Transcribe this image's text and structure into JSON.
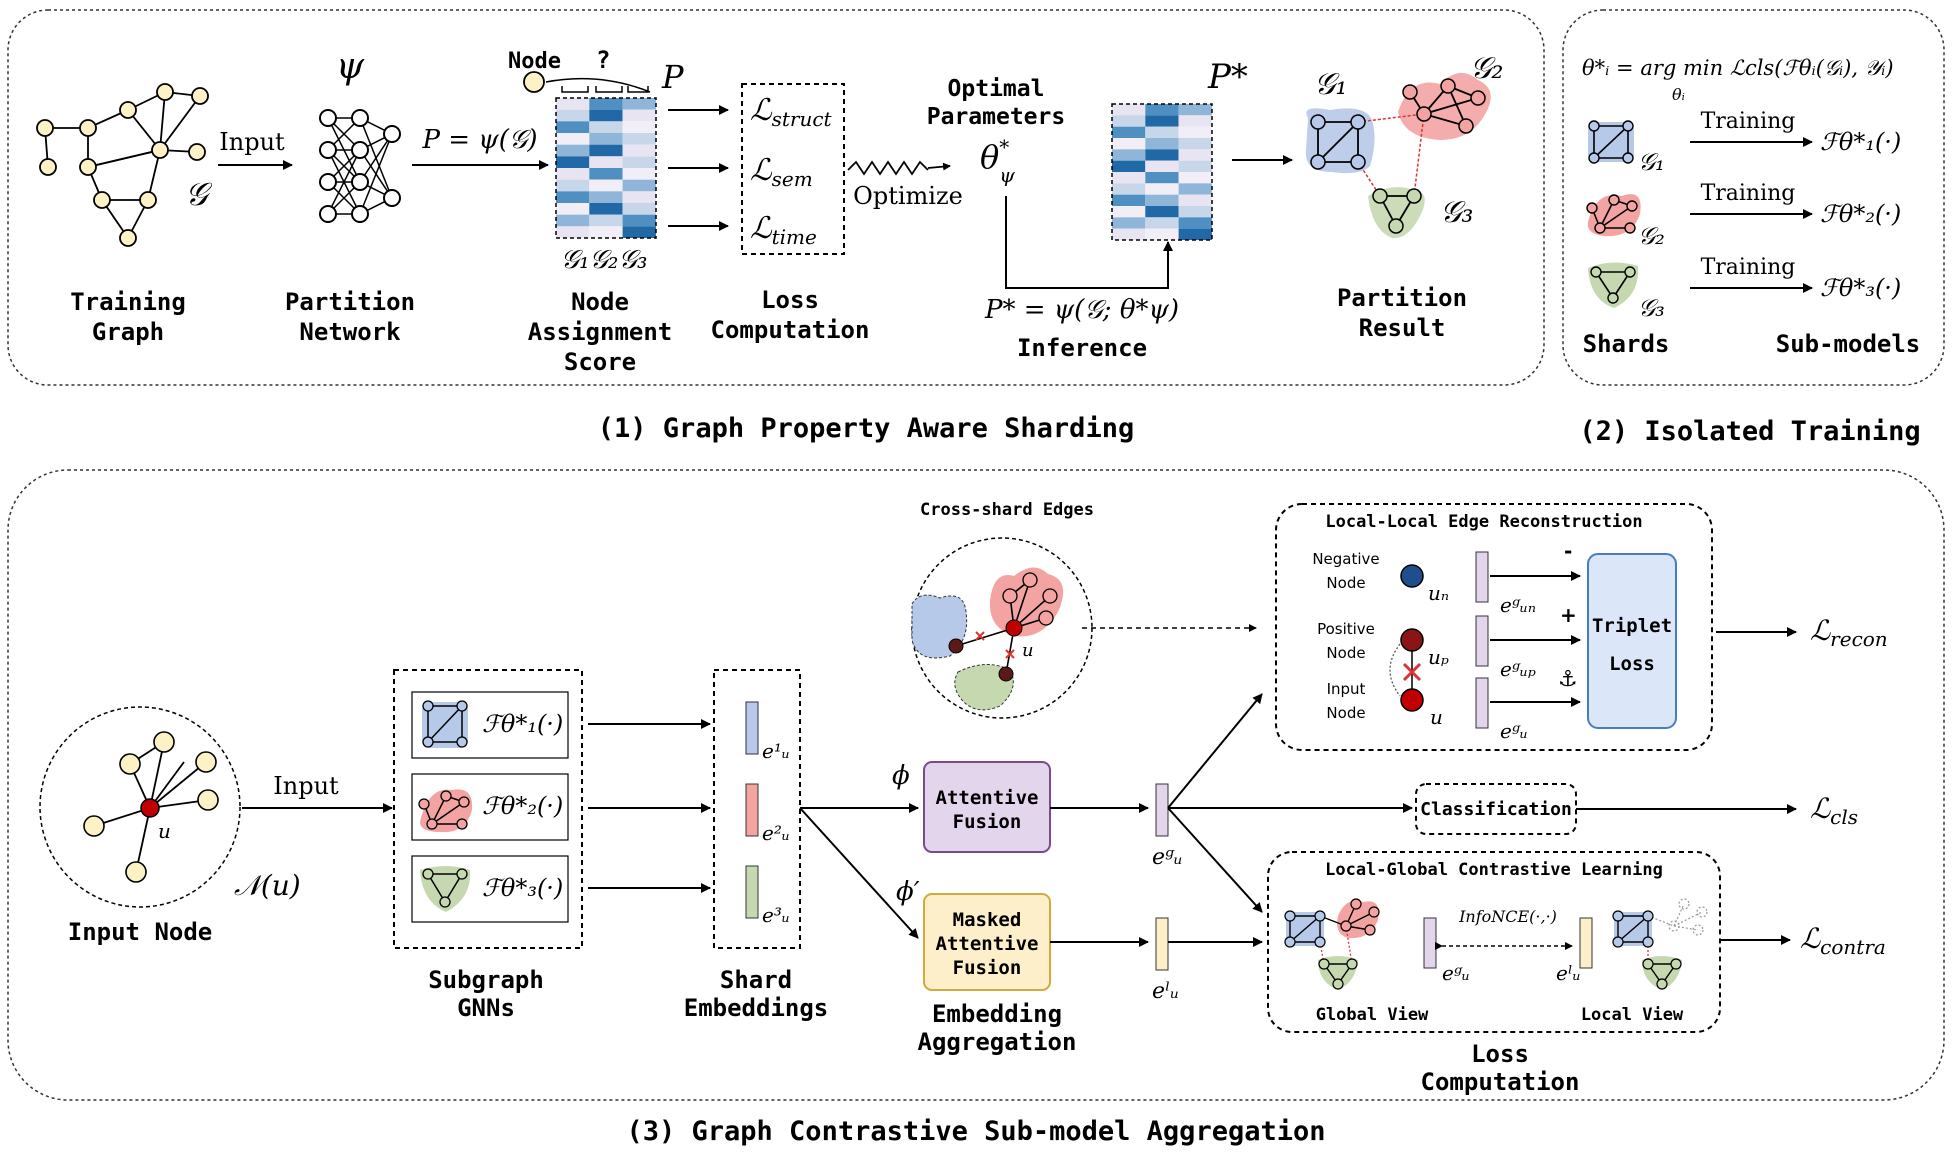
{
  "panel1": {
    "caption": "(1) Graph Property Aware Sharding",
    "training_graph": {
      "line1": "Training",
      "line2": "Graph",
      "symbol": "𝒢"
    },
    "input_label": "Input",
    "partition_network": {
      "line1": "Partition",
      "line2": "Network",
      "symbol": "ψ"
    },
    "p_eq": "P = ψ(𝒢)",
    "node_label": "Node",
    "question": "?",
    "p_symbol": "P",
    "matrix_cols": "𝒢₁𝒢₂𝒢₃",
    "node_assignment": {
      "line1": "Node",
      "line2": "Assignment",
      "line3": "Score"
    },
    "losses": [
      "ℒ",
      "ℒ",
      "ℒ"
    ],
    "loss_subs": [
      "struct",
      "sem",
      "time"
    ],
    "loss_computation": {
      "line1": "Loss",
      "line2": "Computation"
    },
    "optimize": "Optimize",
    "optimal": {
      "line1": "Optimal",
      "line2": "Parameters"
    },
    "theta": "θ",
    "theta_sup": "*",
    "theta_sub": "ψ",
    "p_star": "P*",
    "p_star_eq": "P* = ψ(𝒢; θ*ψ)",
    "inference": "Inference",
    "partition_result": {
      "line1": "Partition",
      "line2": "Result"
    },
    "graph_labels": [
      "𝒢₁",
      "𝒢₂",
      "𝒢₃"
    ]
  },
  "panel2": {
    "caption": "(2) Isolated Training",
    "formula": "θ*ᵢ = arg min ℒcls(ℱθᵢ(𝒢ᵢ), 𝒴ᵢ)",
    "formula_sub": "θᵢ",
    "shard_labels": [
      "𝒢₁",
      "𝒢₂",
      "𝒢₃"
    ],
    "training": "Training",
    "models": [
      "ℱθ*₁(·)",
      "ℱθ*₂(·)",
      "ℱθ*₃(·)"
    ],
    "shards": "Shards",
    "sub_models": "Sub-models"
  },
  "panel3": {
    "caption": "(3) Graph Contrastive Sub-model Aggregation",
    "input_node": "Input Node",
    "neighborhood": "𝒩(u)",
    "u": "u",
    "input_label": "Input",
    "gnn_models": [
      "ℱθ*₁(·)",
      "ℱθ*₂(·)",
      "ℱθ*₃(·)"
    ],
    "subgraph_gnns": {
      "line1": "Subgraph",
      "line2": "GNNs"
    },
    "shard_embs": [
      "e¹ᵤ",
      "e²ᵤ",
      "e³ᵤ"
    ],
    "shard_embeddings": {
      "line1": "Shard",
      "line2": "Embeddings"
    },
    "phi": "ϕ",
    "phi_prime": "ϕ′",
    "attentive_fusion": {
      "line1": "Attentive",
      "line2": "Fusion"
    },
    "masked_fusion": {
      "line1": "Masked",
      "line2": "Attentive",
      "line3": "Fusion"
    },
    "embedding_aggregation": {
      "line1": "Embedding",
      "line2": "Aggregation"
    },
    "e_g": "eᵍᵤ",
    "e_l": "eˡᵤ",
    "cross_shard": "Cross-shard Edges",
    "recon_title": "Local-Local Edge Reconstruction",
    "negative_node": {
      "line1": "Negative",
      "line2": "Node"
    },
    "positive_node": {
      "line1": "Positive",
      "line2": "Node"
    },
    "input_node_small": {
      "line1": "Input",
      "line2": "Node"
    },
    "u_n": "uₙ",
    "u_p": "uₚ",
    "e_un": "eᵍᵤₙ",
    "e_up": "eᵍᵤₚ",
    "signs": [
      "-",
      "+",
      "⚓"
    ],
    "triplet": {
      "line1": "Triplet",
      "line2": "Loss"
    },
    "classification": "Classification",
    "contrastive_title": "Local-Global Contrastive Learning",
    "infonce": "InfoNCE(·,·)",
    "global_view": "Global View",
    "local_view": "Local View",
    "loss_computation": {
      "line1": "Loss",
      "line2": "Computation"
    },
    "loss_main": "ℒ",
    "loss_subs": [
      "recon",
      "cls",
      "contra"
    ]
  },
  "colors": {
    "blue_shard": "#b7c9e8",
    "red_shard": "#f4a3a3",
    "green_shard": "#c6d8b0",
    "node_yellow": "#fdf2c6",
    "attn_fill": "#e3d6ec",
    "masked_fill": "#fdefc9",
    "triplet_fill": "#dbe7f8"
  }
}
